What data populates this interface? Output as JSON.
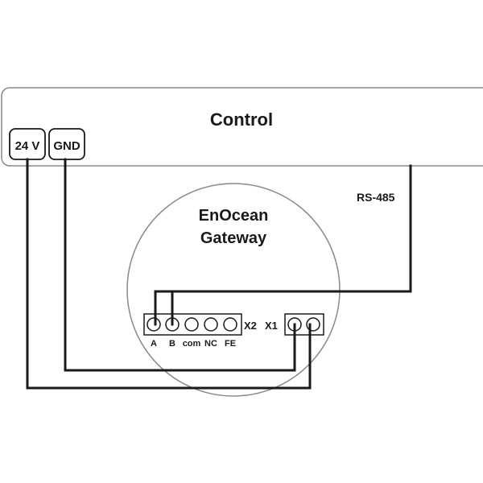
{
  "control": {
    "title": "Control"
  },
  "terminals": {
    "power": "24 V",
    "ground": "GND"
  },
  "bus_label": "RS-485",
  "gateway": {
    "line1": "EnOcean",
    "line2": "Gateway"
  },
  "connectors": {
    "x2": {
      "label": "X2",
      "pins": [
        "A",
        "B",
        "com",
        "NC",
        "FE"
      ]
    },
    "x1": {
      "label": "X1"
    }
  }
}
